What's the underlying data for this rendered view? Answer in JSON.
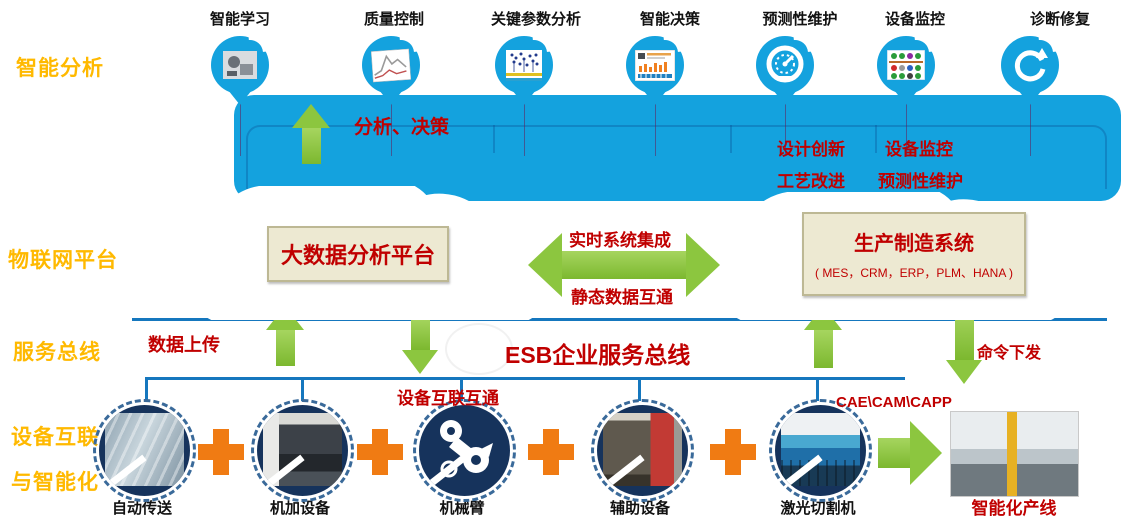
{
  "rows": {
    "analysis": "智能分析",
    "iot": "物联网平台",
    "bus": "服务总线",
    "device_line1": "设备互联",
    "device_line2": "与智能化"
  },
  "top_icons": [
    {
      "label": "智能学习",
      "icon": "robot-photo-icon"
    },
    {
      "label": "质量控制",
      "icon": "quality-chart-icon"
    },
    {
      "label": "关键参数分析",
      "icon": "parameter-scatter-icon"
    },
    {
      "label": "智能决策",
      "icon": "dashboard-icon"
    },
    {
      "label": "预测性维护",
      "icon": "gauge-icon"
    },
    {
      "label": "设备监控",
      "icon": "status-grid-icon"
    },
    {
      "label": "诊断修复",
      "icon": "recycle-icon"
    }
  ],
  "band": {
    "arrow_label": "分析、决策",
    "design": "设计创新",
    "monitor": "设备监控",
    "process": "工艺改进",
    "maintain": "预测性维护"
  },
  "clouds": {
    "left": {
      "title": "大数据分析平台"
    },
    "right": {
      "title": "生产制造系统",
      "subtitle": "( MES，CRM，ERP，PLM、HANA )"
    }
  },
  "integration": {
    "top_label": "实时系统集成",
    "bottom_label": "静态数据互通"
  },
  "esb": {
    "upload_label": "数据上传",
    "title": "ESB企业服务总线",
    "download_label": "命令下发"
  },
  "devices": {
    "interconnect_label": "设备互联互通",
    "cam_label": "CAE\\CAM\\CAPP",
    "items": [
      "自动传送",
      "机加设备",
      "机械臂",
      "辅助设备",
      "激光切割机"
    ],
    "output_label": "智能化产线"
  },
  "colors": {
    "band_blue": "#14A2DE",
    "line_blue": "#1577BE",
    "cloud_teal": "#0E8A84",
    "arrow_green": "#8CC63F",
    "plus_orange": "#F07B13",
    "text_red": "#C00000",
    "label_gold": "#FFB900",
    "device_navy": "#16335C"
  }
}
